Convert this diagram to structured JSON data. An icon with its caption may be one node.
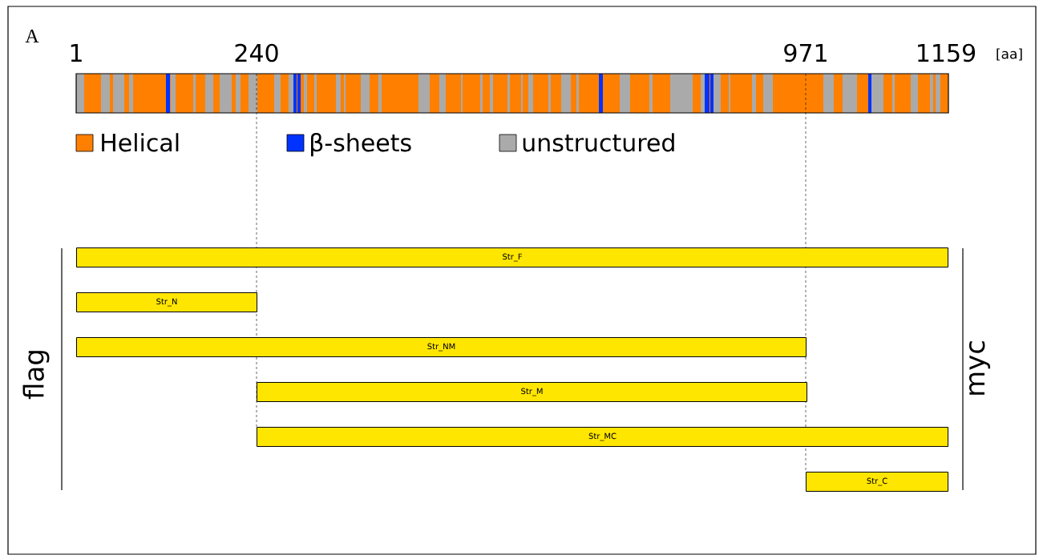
{
  "diagram": {
    "nodes": [
      {
        "text": [
          "Str_F"
        ]
      },
      {
        "text": [
          "Str_N"
        ]
      },
      {
        "text": [
          "Str_NM"
        ]
      },
      {
        "text": [
          "Str_M"
        ]
      },
      {
        "text": [
          "Str_MC"
        ]
      },
      {
        "text": [
          "Str_C"
        ]
      }
    ],
    "edges": [],
    "labels": [
      "A",
      "1",
      "240",
      "971",
      "1159",
      "[aa]",
      "flag",
      "myc"
    ],
    "legend": [
      {
        "text": "Helical",
        "color": "#ff8000"
      },
      {
        "text": "β-sheets",
        "color": "#0033ff"
      },
      {
        "text": "unstructured",
        "color": "#aaaaaa"
      }
    ]
  }
}
